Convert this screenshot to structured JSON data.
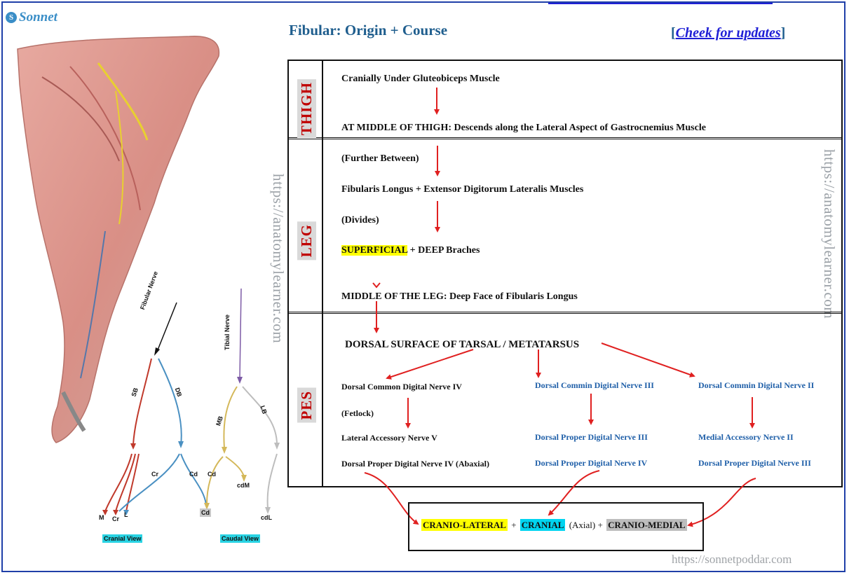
{
  "brand": {
    "name": "Sonnet"
  },
  "header": {
    "title": "Fibular: Origin + Course",
    "updates_open": "[",
    "updates_link": "Cheek for updates",
    "updates_close": "]"
  },
  "watermarks": {
    "vertical_left": "https://anatomylearner.com",
    "vertical_right": "https://anatomylearner.com",
    "bottom": "https://sonnetpoddar.com"
  },
  "table": {
    "rows": [
      {
        "label": "THIGH"
      },
      {
        "label": "LEG"
      },
      {
        "label": "PES"
      }
    ],
    "thigh": {
      "line1": "Cranially Under Gluteobiceps Muscle",
      "line2": "AT MIDDLE OF THIGH: Descends along the Lateral Aspect of Gastrocnemius Muscle"
    },
    "leg": {
      "line1": "(Further Between)",
      "line2": "Fibularis Longus + Extensor Digitorum Lateralis Muscles",
      "line3": "(Divides)",
      "superficial": "SUPERFICIAL",
      "line4_rest": " + DEEP Braches",
      "line5": "MIDDLE OF THE LEG: Deep Face of Fibularis Longus"
    },
    "pes": {
      "main": "DORSAL SURFACE OF TARSAL / METATARSUS",
      "col1": [
        "Dorsal Common Digital Nerve IV",
        "(Fetlock)",
        "Lateral Accessory Nerve V",
        "Dorsal Proper Digital Nerve IV (Abaxial)"
      ],
      "col2": [
        "Dorsal Commin Digital Nerve  III",
        "Dorsal Proper Digital Nerve III",
        "Dorsal Proper Digital Nerve IV"
      ],
      "col3": [
        "Dorsal Commin Digital Nerve  II",
        "Medial Accessory Nerve II",
        "Dorsal Proper Digital Nerve III"
      ]
    }
  },
  "result": {
    "lateral": "CRANIO-LATERAL",
    "plus1": " + ",
    "cranial": "CRANIAL",
    "axial": " (Axial) + ",
    "medial": "CRANIO-MEDIAL"
  },
  "illustration": {
    "fibular_nerve": "Fibular Nerve",
    "tibial_nerve": "Tibial Nerve",
    "sb": "SB",
    "db": "DB",
    "mb": "MB",
    "lb": "LB",
    "cr": "Cr",
    "cd": "Cd",
    "cd2": "Cd",
    "cdm": "cdM",
    "cdl": "cdL",
    "cd_box": "Cd",
    "m": "M",
    "cr2": "Cr",
    "l": "L",
    "cranial_view": "Cranial View",
    "caudal_view": "Caudal View"
  },
  "colors": {
    "title_blue": "#1f5e8e",
    "link_blue": "#1f1fd6",
    "row_label_red": "#c00000",
    "arrow_red": "#e02020",
    "highlight_yellow": "#ffff00",
    "highlight_cyan": "#00d4f0",
    "highlight_gray": "#bdbdbd"
  }
}
